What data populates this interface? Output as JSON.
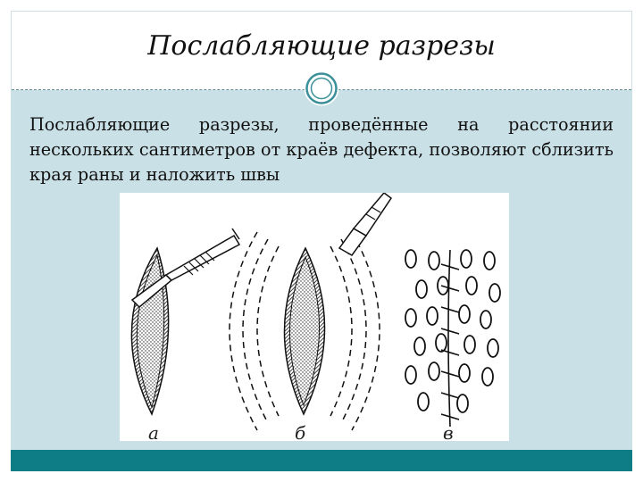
{
  "slide": {
    "title": "Послабляющие разрезы",
    "body_text": "Послабляющие разрезы, проведённые на расстоянии нескольких сантиметров от краёв дефекта, позволяют сблизить края раны и наложить швы"
  },
  "figure": {
    "panel_labels": [
      "а",
      "б",
      "в"
    ]
  },
  "colors": {
    "background": "#c9e0e6",
    "accent": "#0e7d86",
    "ornament": "#3a8f98"
  }
}
